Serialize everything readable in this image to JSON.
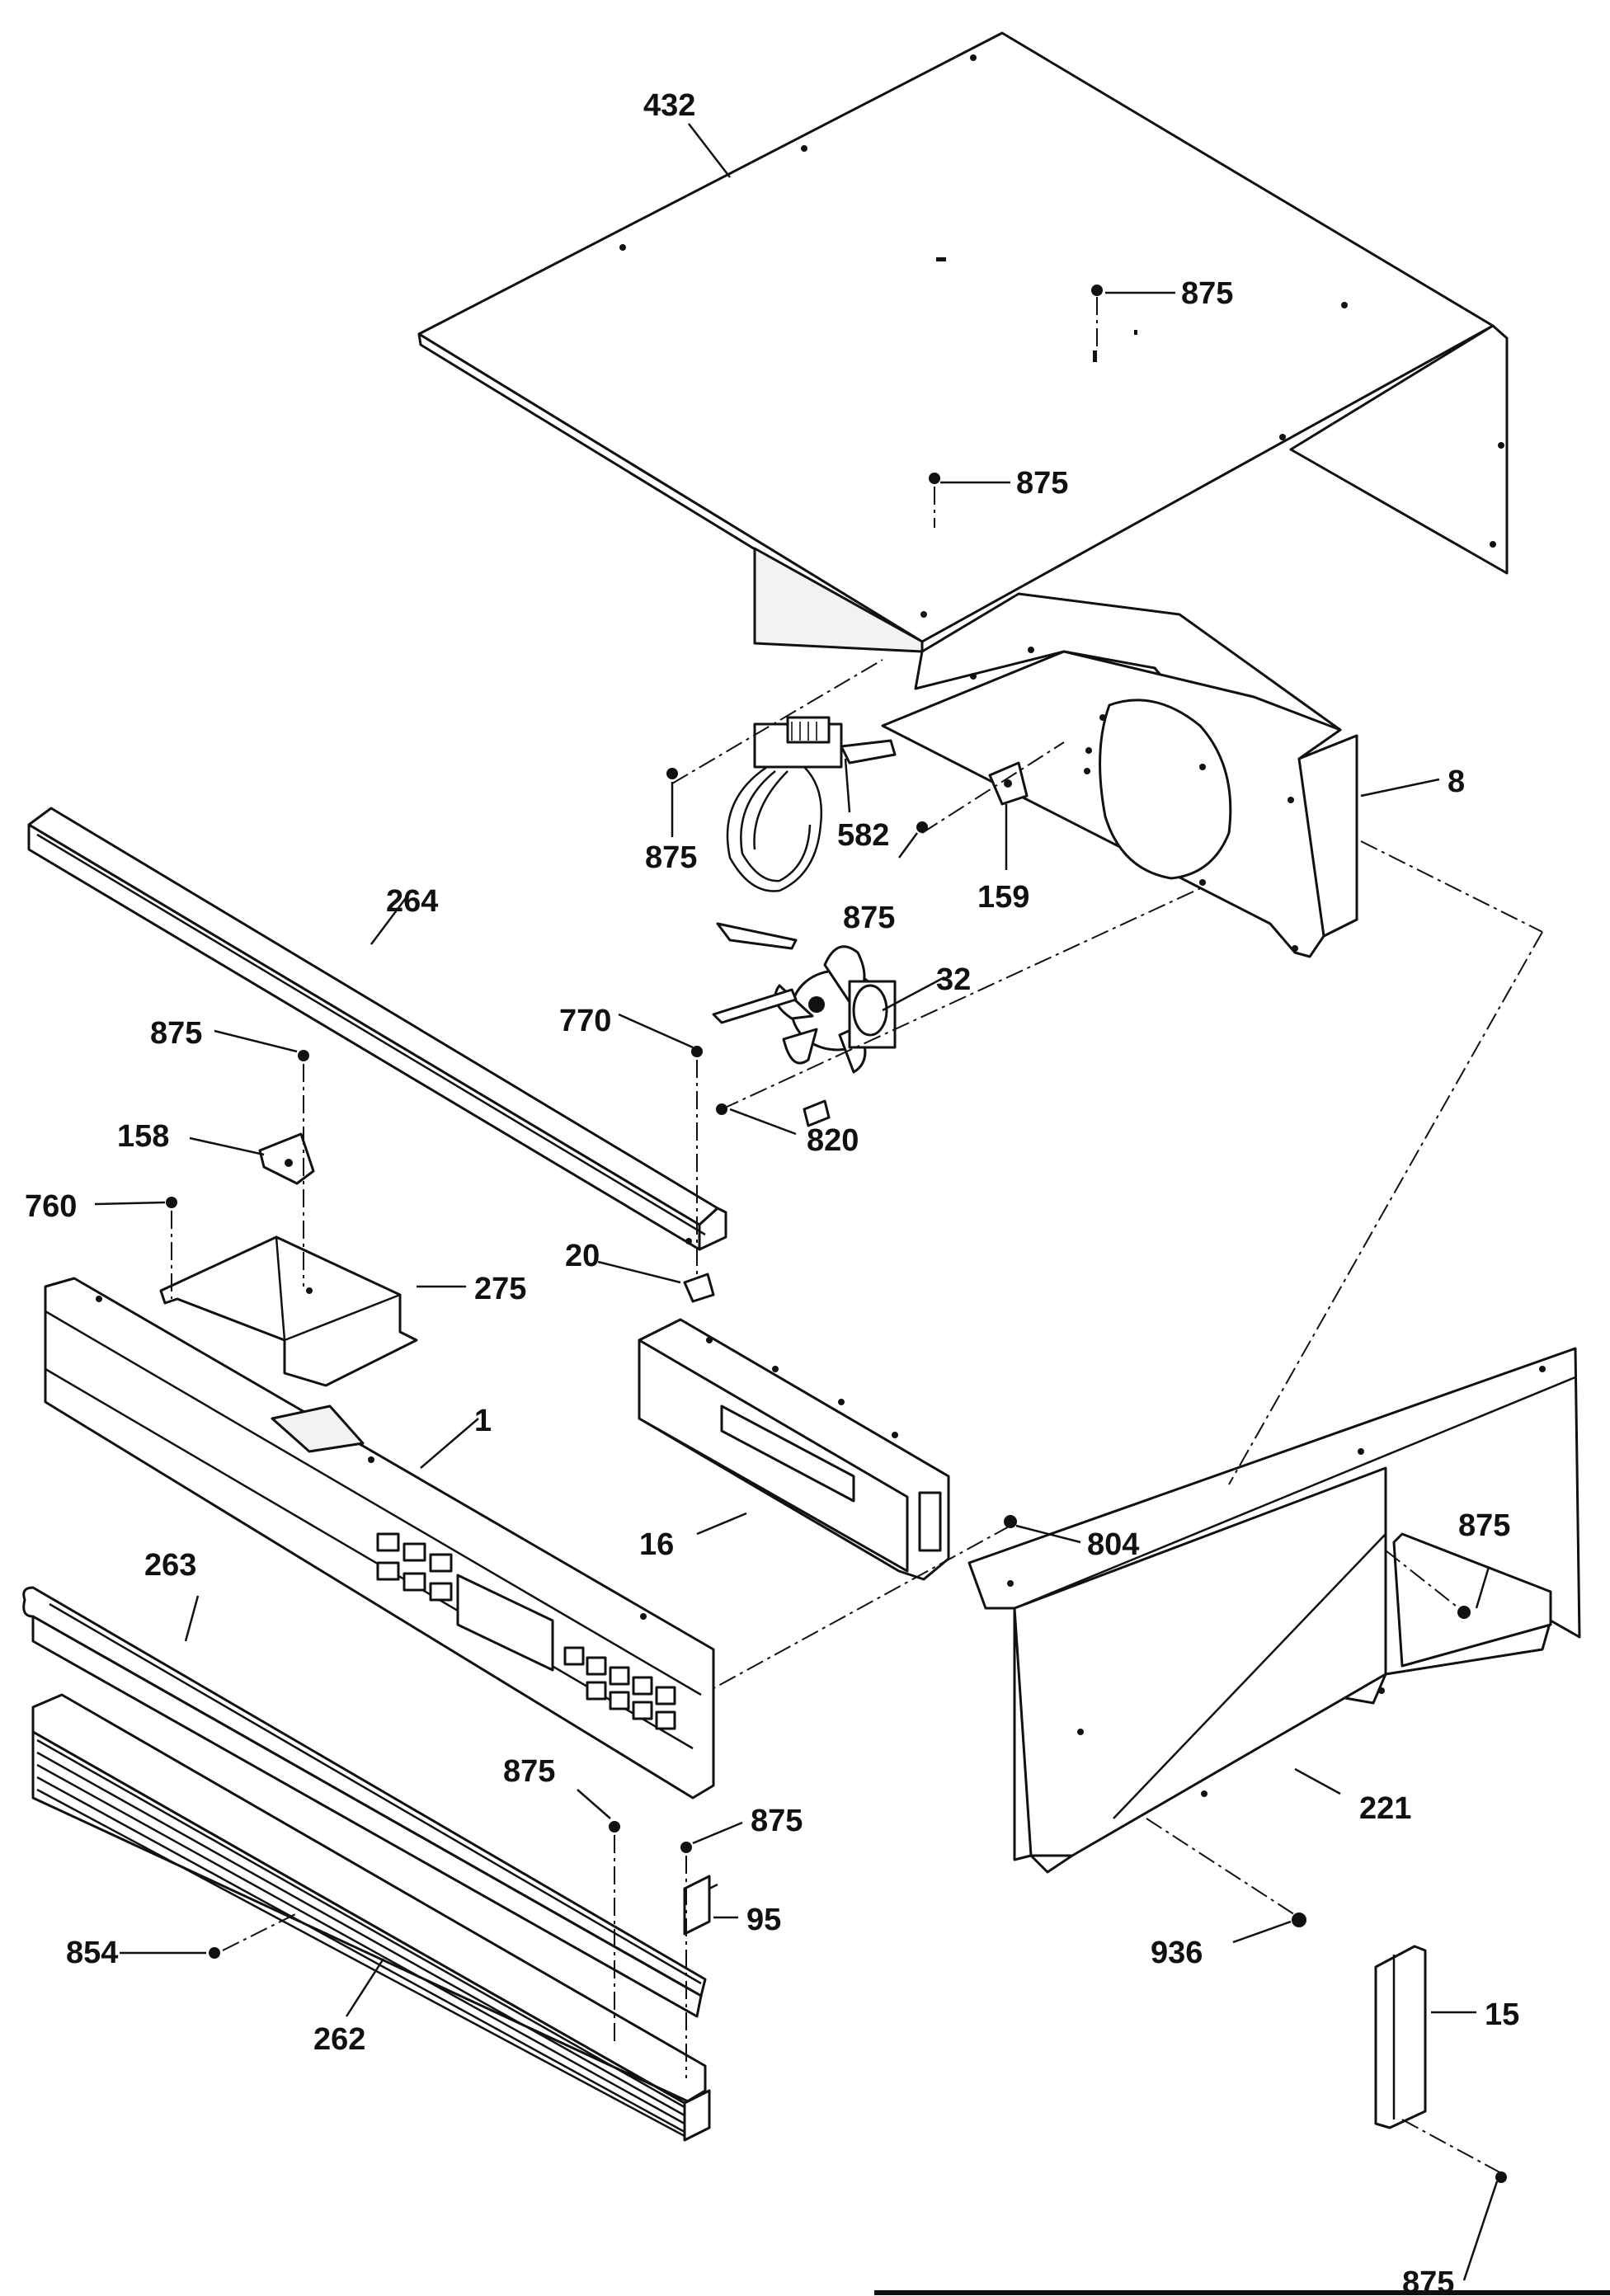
{
  "callouts": {
    "c432": "432",
    "c875_top": "875",
    "c875_mid": "875",
    "c8": "8",
    "c875_motor": "875",
    "c582": "582",
    "c875_bracket": "875",
    "c159": "159",
    "c264": "264",
    "c32": "32",
    "c875_left": "875",
    "c770": "770",
    "c158": "158",
    "c820": "820",
    "c760": "760",
    "c20": "20",
    "c275": "275",
    "c1": "1",
    "c16": "16",
    "c804": "804",
    "c875_side": "875",
    "c263": "263",
    "c221": "221",
    "c875_trim": "875",
    "c875_bracket95": "875",
    "c95": "95",
    "c854": "854",
    "c936": "936",
    "c262": "262",
    "c15": "15",
    "c875_bottom": "875"
  }
}
